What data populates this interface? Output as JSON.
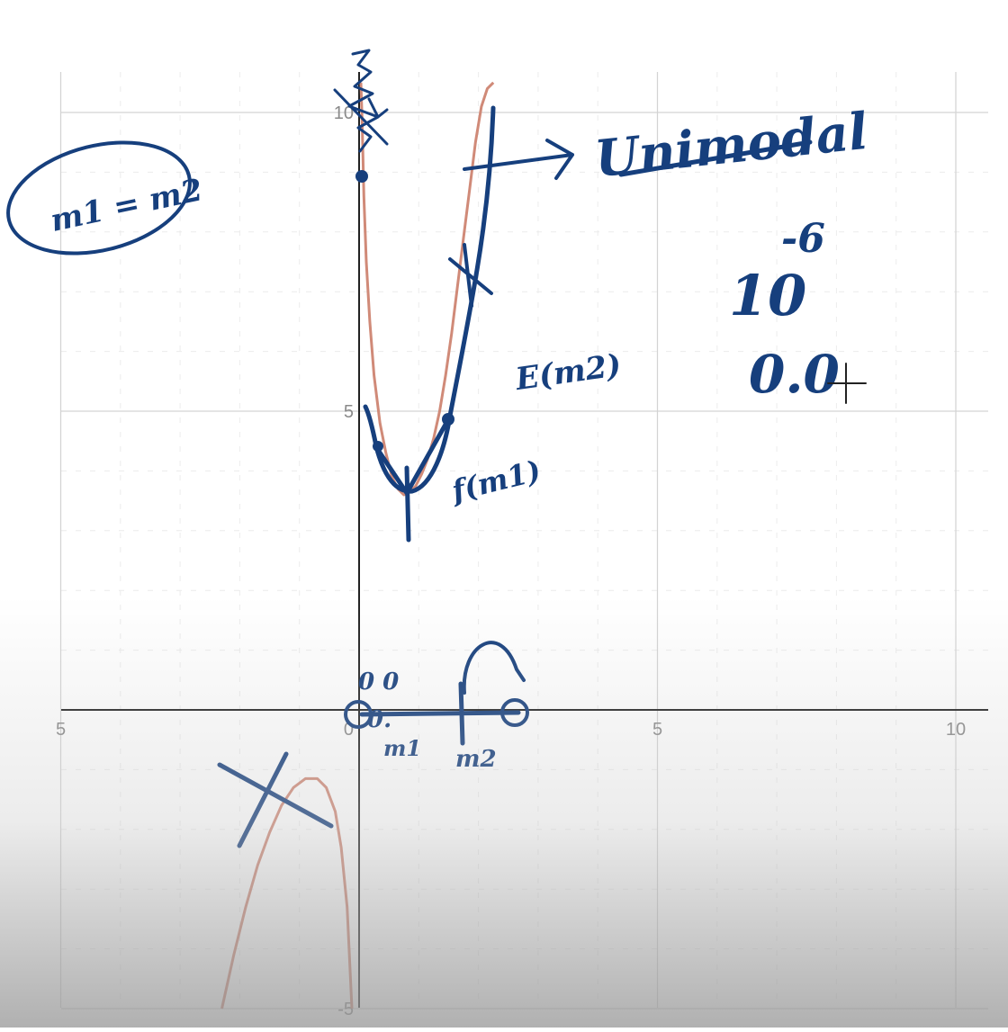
{
  "chart_data": {
    "type": "line",
    "title": "",
    "xlabel": "",
    "ylabel": "",
    "xlim": [
      -5,
      10.5
    ],
    "ylim": [
      -5,
      10.5
    ],
    "grid": true,
    "x_ticks": [
      {
        "value": -5,
        "label": "5"
      },
      {
        "value": 0,
        "label": "0"
      },
      {
        "value": 5,
        "label": "5"
      },
      {
        "value": 10,
        "label": "10"
      }
    ],
    "y_ticks": [
      {
        "value": 10,
        "label": "10"
      },
      {
        "value": 5,
        "label": "5"
      },
      {
        "value": -5,
        "label": "-5"
      }
    ],
    "series": [
      {
        "color": "#d08a78",
        "x": [
          0.03,
          0.05,
          0.08,
          0.12,
          0.18,
          0.25,
          0.35,
          0.45,
          0.55,
          0.65,
          0.75,
          0.85,
          0.95,
          1.05,
          1.15,
          1.25,
          1.35,
          1.45,
          1.55,
          1.65,
          1.75,
          1.85,
          1.95,
          2.05,
          2.15,
          2.25
        ],
        "y": [
          10.5,
          9.9,
          8.6,
          7.5,
          6.5,
          5.6,
          4.8,
          4.3,
          3.9,
          3.7,
          3.6,
          3.65,
          3.75,
          3.95,
          4.2,
          4.55,
          5.0,
          5.6,
          6.3,
          7.1,
          7.9,
          8.7,
          9.5,
          10.1,
          10.4,
          10.5
        ]
      },
      {
        "color": "#d08a78",
        "x": [
          -2.3,
          -2.1,
          -1.9,
          -1.7,
          -1.5,
          -1.3,
          -1.1,
          -0.9,
          -0.7,
          -0.55,
          -0.4,
          -0.3,
          -0.2,
          -0.12
        ],
        "y": [
          -5.0,
          -4.1,
          -3.3,
          -2.6,
          -2.05,
          -1.6,
          -1.3,
          -1.15,
          -1.15,
          -1.3,
          -1.7,
          -2.3,
          -3.3,
          -5.0
        ]
      }
    ]
  },
  "annotations": {
    "note_m1_eq_m2": "m1 = m2",
    "note_unimodal": "Unimodal",
    "note_power": "10",
    "note_exponent": "-6",
    "note_decimal": "0.0",
    "note_E": "E(m2)",
    "note_f": "f(m1)",
    "note_m1": "m1",
    "note_m2": "m2",
    "note_zero": "0.",
    "note_zero_pair": "0 0",
    "ink_color": "#163f7d"
  }
}
